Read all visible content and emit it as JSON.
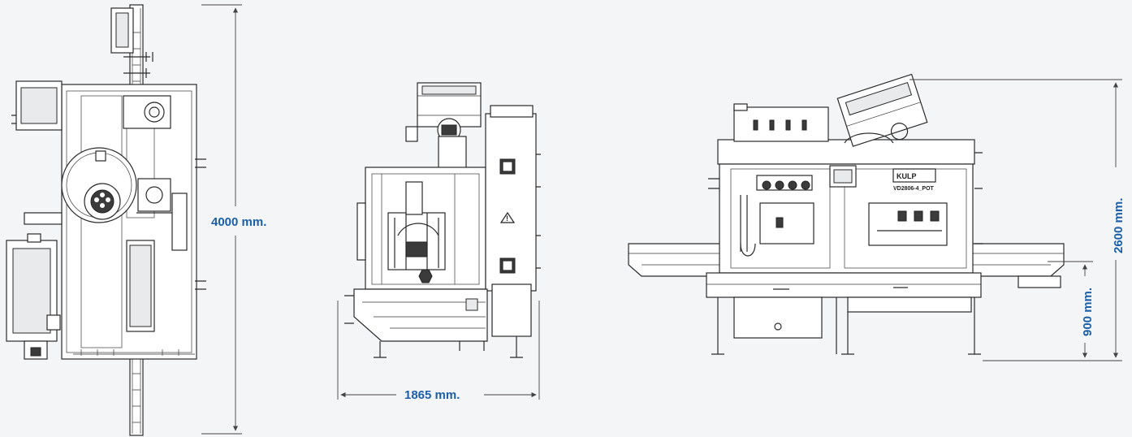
{
  "dimensions": {
    "height_top_view": "4000 mm.",
    "width_side_view": "1865 mm.",
    "total_height_front_view": "2600 mm.",
    "conveyor_height_front_view": "900 mm."
  },
  "front_view": {
    "brand_label": "KULP",
    "model_label": "VD2806-4_POT"
  },
  "colors": {
    "dimension_text": "#1a5fa8",
    "line": "#2a2a2a",
    "background": "#f4f5f7"
  }
}
